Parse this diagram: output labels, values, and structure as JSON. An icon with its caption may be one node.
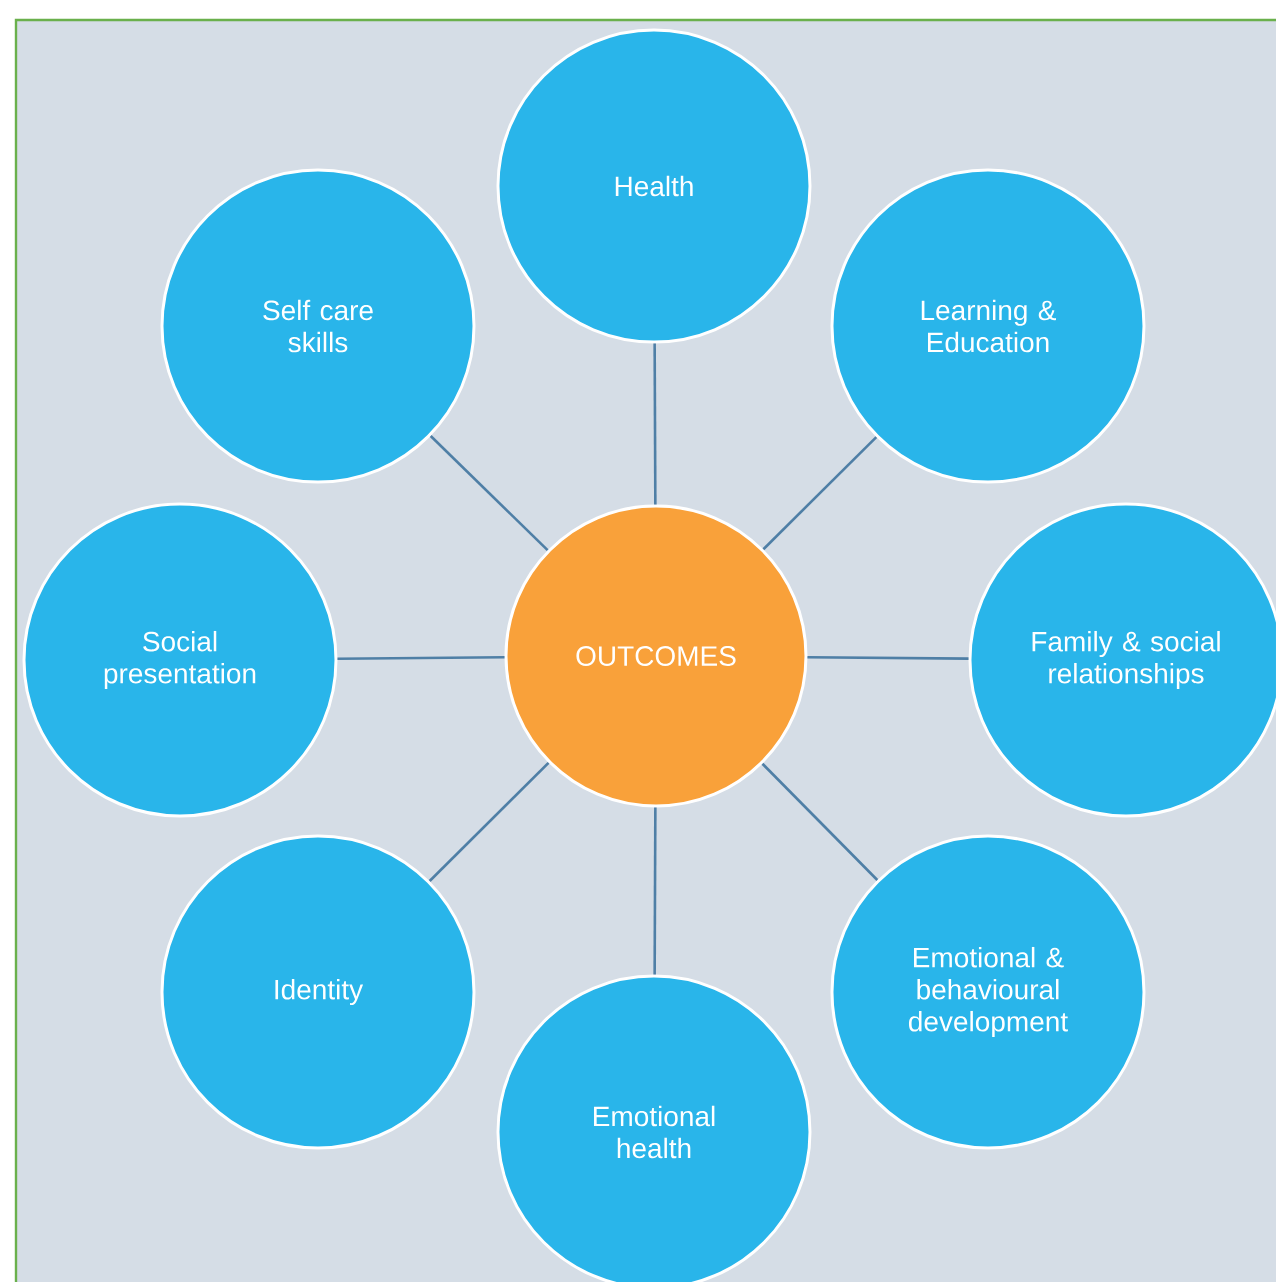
{
  "diagram": {
    "nodes": [
      {
        "text": [
          "Health"
        ]
      },
      {
        "text": [
          "Self care skills"
        ]
      },
      {
        "text": [
          "Learning & Education"
        ]
      },
      {
        "text": [
          "Social presentation"
        ]
      },
      {
        "text": [
          "OUTCOMES"
        ]
      },
      {
        "text": [
          "Family & social relationships"
        ]
      },
      {
        "text": [
          "Identity"
        ]
      },
      {
        "text": [
          "Emotional & behavioural development"
        ]
      },
      {
        "text": [
          "Emotional health"
        ]
      }
    ],
    "edges": [
      {
        "from": 4,
        "to": 0,
        "arrow": "none"
      },
      {
        "from": 4,
        "to": 1,
        "arrow": "none"
      },
      {
        "from": 4,
        "to": 2,
        "arrow": "none"
      },
      {
        "from": 4,
        "to": 3,
        "arrow": "none"
      },
      {
        "from": 4,
        "to": 5,
        "arrow": "none"
      },
      {
        "from": 4,
        "to": 6,
        "arrow": "none"
      },
      {
        "from": 4,
        "to": 7,
        "arrow": "none"
      },
      {
        "from": 4,
        "to": 8,
        "arrow": "none"
      }
    ]
  }
}
